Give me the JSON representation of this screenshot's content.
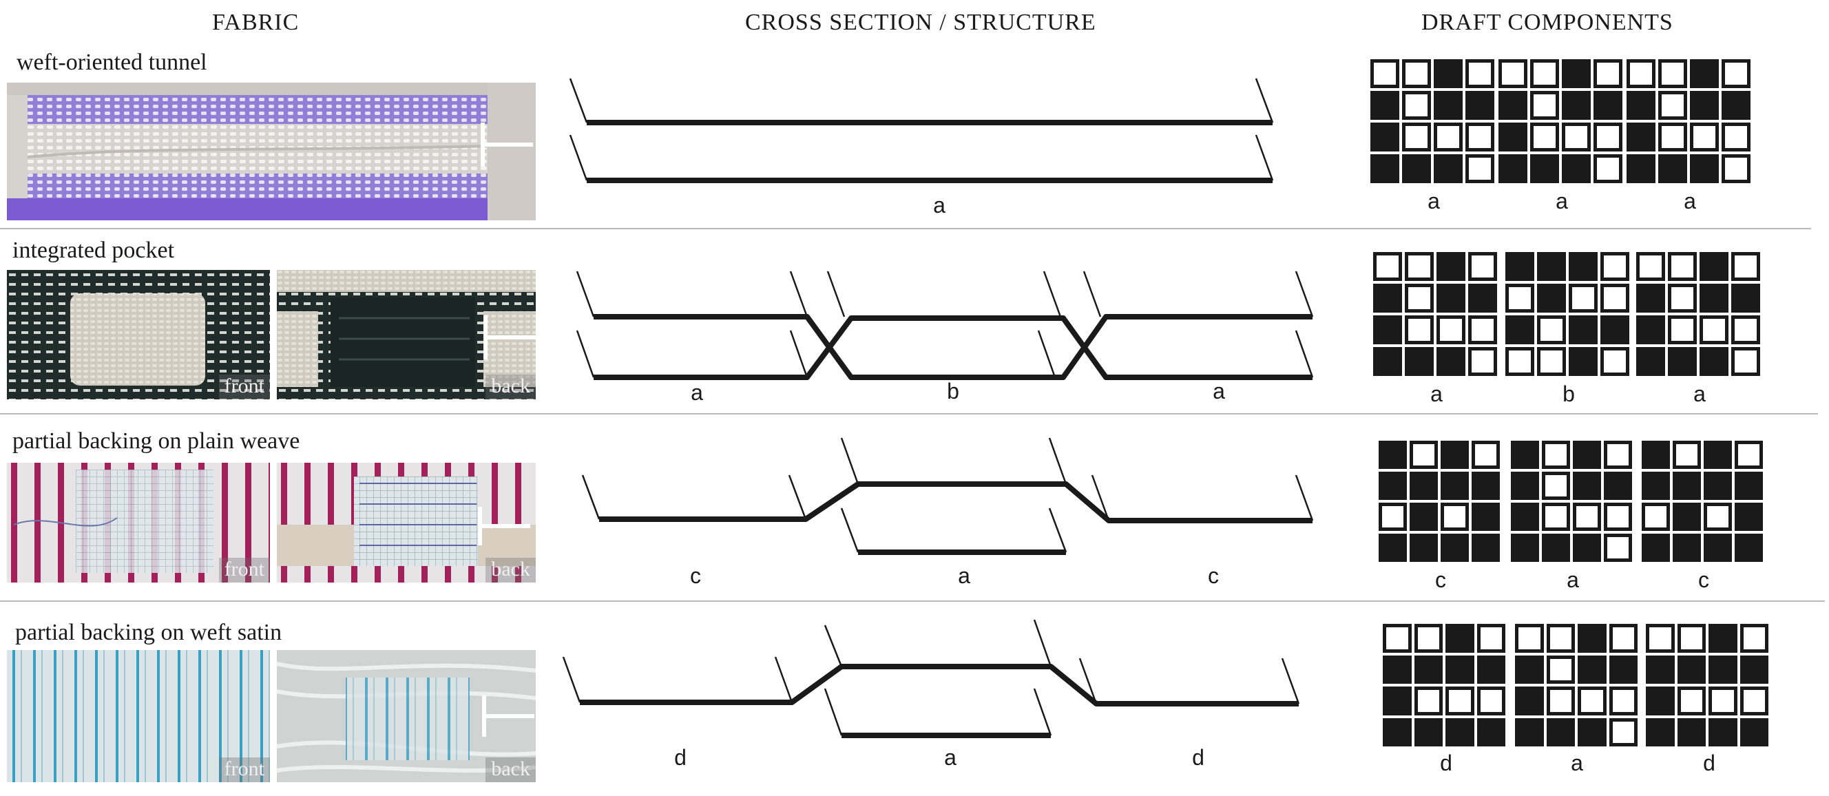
{
  "headers": {
    "fabric": "FABRIC",
    "structure": "CROSS SECTION / STRUCTURE",
    "draft": "DRAFT COMPONENTS"
  },
  "rows": [
    {
      "title": "weft-oriented tunnel",
      "photo_labels": [],
      "cross_section_labels": [
        "a"
      ],
      "drafts": [
        {
          "label": "a",
          "grid": [
            "WWBW",
            "BWBB",
            "BWWW",
            "BBBW"
          ]
        },
        {
          "label": "a",
          "grid": [
            "WWBW",
            "BWBB",
            "BWWW",
            "BBBW"
          ]
        },
        {
          "label": "a",
          "grid": [
            "WWBW",
            "BWBB",
            "BWWW",
            "BBBW"
          ]
        }
      ]
    },
    {
      "title": "integrated pocket",
      "photo_labels": [
        "front",
        "back"
      ],
      "cross_section_labels": [
        "a",
        "b",
        "a"
      ],
      "drafts": [
        {
          "label": "a",
          "grid": [
            "WWBW",
            "BWBB",
            "BWWW",
            "BBBW"
          ]
        },
        {
          "label": "b",
          "grid": [
            "BBBW",
            "WBWW",
            "BWBB",
            "WWBW"
          ]
        },
        {
          "label": "a",
          "grid": [
            "WWBW",
            "BWBB",
            "BWWW",
            "BBBW"
          ]
        }
      ]
    },
    {
      "title": "partial backing on plain weave",
      "photo_labels": [
        "front",
        "back"
      ],
      "cross_section_labels": [
        "c",
        "a",
        "c"
      ],
      "drafts": [
        {
          "label": "c",
          "grid": [
            "BWBW",
            "BBBB",
            "WBWB",
            "BBBB"
          ]
        },
        {
          "label": "a",
          "grid": [
            "BWBW",
            "BWBB",
            "BWWW",
            "BBBW"
          ]
        },
        {
          "label": "c",
          "grid": [
            "BWBW",
            "BBBB",
            "WBWB",
            "BBBB"
          ]
        }
      ]
    },
    {
      "title": "partial backing on weft satin",
      "photo_labels": [
        "front",
        "back"
      ],
      "cross_section_labels": [
        "d",
        "a",
        "d"
      ],
      "drafts": [
        {
          "label": "d",
          "grid": [
            "WWBW",
            "BBBB",
            "BWWW",
            "BBBB"
          ]
        },
        {
          "label": "a",
          "grid": [
            "WWBW",
            "BWBB",
            "BWWW",
            "BBBW"
          ]
        },
        {
          "label": "d",
          "grid": [
            "WWBW",
            "BBBB",
            "BWWW",
            "BBBB"
          ]
        }
      ]
    }
  ],
  "colors": {
    "line": "#1a1a1a",
    "fabric_purple": "#8f7fd6",
    "fabric_white": "#ecebea",
    "fabric_dark": "#1f2c2a",
    "fabric_magenta": "#a3205a",
    "fabric_blue": "#3aa0c4"
  }
}
